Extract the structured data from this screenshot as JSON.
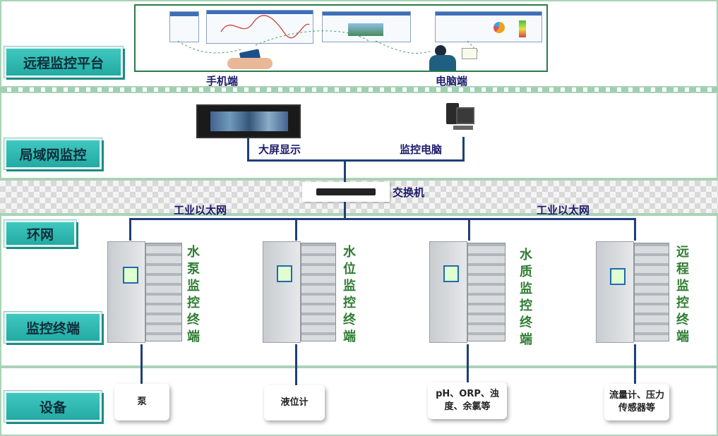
{
  "layers": {
    "remote": "远程监控平台",
    "lan": "局域网监控",
    "ring": "环网",
    "terminal": "监控终端",
    "device": "设备"
  },
  "remote_platform": {
    "mobile_label": "手机端",
    "pc_label": "电脑端"
  },
  "lan": {
    "bigscreen_label": "大屏显示",
    "monitor_pc_label": "监控电脑"
  },
  "switch": {
    "label": "交换机",
    "ethernet_left": "工业以太网",
    "ethernet_right": "工业以太网"
  },
  "cabinets": [
    {
      "label": "水泵监控终端"
    },
    {
      "label": "水位监控终端"
    },
    {
      "label": "水质监控终端"
    },
    {
      "label": "远程监控终端"
    }
  ],
  "devices": [
    {
      "label": "泵"
    },
    {
      "label": "液位计"
    },
    {
      "label": "pH、ORP、浊度、余氯等"
    },
    {
      "label": "流量计、压力传感器等"
    }
  ]
}
